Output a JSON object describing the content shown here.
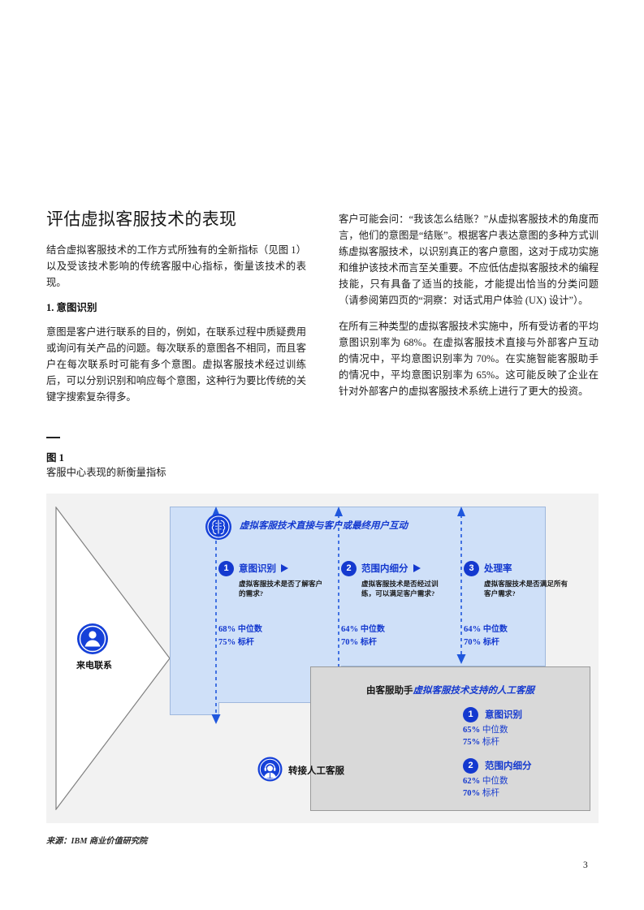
{
  "document": {
    "page_number": "3",
    "source_note": "来源：IBM 商业价值研究院"
  },
  "article": {
    "title": "评估虚拟客服技术的表现",
    "left_column": {
      "intro": "结合虚拟客服技术的工作方式所独有的全新指标（见图 1）以及受该技术影响的传统客服中心指标，衡量该技术的表现。",
      "section_heading": "1. 意图识别",
      "section_body": "意图是客户进行联系的目的，例如，在联系过程中质疑费用或询问有关产品的问题。每次联系的意图各不相同，而且客户在每次联系时可能有多个意图。虚拟客服技术经过训练后，可以分别识别和响应每个意图，这种行为要比传统的关键字搜索复杂得多。"
    },
    "right_column": {
      "para1": "客户可能会问：“我该怎么结账？”从虚拟客服技术的角度而言，他们的意图是“结账”。根据客户表达意图的多种方式训练虚拟客服技术，以识别真正的客户意图，这对于成功实施和维护该技术而言至关重要。不应低估虚拟客服技术的编程技能，只有具备了适当的技能，才能提出恰当的分类问题（请参阅第四页的“洞察：对话式用户体验 (UX) 设计”）。",
      "para2": "在所有三种类型的虚拟客服技术实施中，所有受访者的平均意图识别率为 68%。在虚拟客服技术直接与外部客户互动的情况中，平均意图识别率为 70%。在实施智能客服助手的情况中，平均意图识别率为 65%。这可能反映了企业在针对外部客户的虚拟客服技术系统上进行了更大的投资。"
    }
  },
  "figure": {
    "number_label": "图 1",
    "caption": "客服中心表现的新衡量指标",
    "funnel": {
      "icon": "customer-person-icon",
      "label": "来电联系"
    },
    "blue_panel": {
      "icon": "brain-ai-icon",
      "heading": "虚拟客服技术直接与客户或最终用户互动",
      "metrics": [
        {
          "number": "1",
          "title": "意图识别",
          "description": "虚拟客服技术是否了解客户的需求?",
          "median_value": "68%",
          "median_unit": "中位数",
          "benchmark_value": "75%",
          "benchmark_unit": "标杆",
          "has_arrow": true
        },
        {
          "number": "2",
          "title": "范围内细分",
          "description": "虚拟客服技术是否经过训练，可以满足客户需求?",
          "median_value": "64%",
          "median_unit": "中位数",
          "benchmark_value": "70%",
          "benchmark_unit": "标杆",
          "has_arrow": true
        },
        {
          "number": "3",
          "title": "处理率",
          "description": "虚拟客服技术是否满足所有客户需求?",
          "median_value": "64%",
          "median_unit": "中位数",
          "benchmark_value": "70%",
          "benchmark_unit": "标杆",
          "has_arrow": false
        }
      ]
    },
    "gray_panel": {
      "heading_plain": "由客服助手",
      "heading_emphasis": "虚拟客服技术支持的人工客服",
      "transfer": {
        "icon": "support-agent-headset-icon",
        "label": "转接人工客服"
      },
      "metrics": [
        {
          "number": "1",
          "title": "意图识别",
          "median_value": "65%",
          "median_unit": "中位数",
          "benchmark_value": "75%",
          "benchmark_unit": "标杆"
        },
        {
          "number": "2",
          "title": "范围内细分",
          "median_value": "62%",
          "median_unit": "中位数",
          "benchmark_value": "70%",
          "benchmark_unit": "标杆"
        }
      ]
    }
  },
  "colors": {
    "accent_blue": "#1439cf",
    "panel_blue_fill": "#cfe0f8",
    "panel_gray_fill": "#d9d9d9",
    "figure_bg": "#f2f2f2"
  }
}
